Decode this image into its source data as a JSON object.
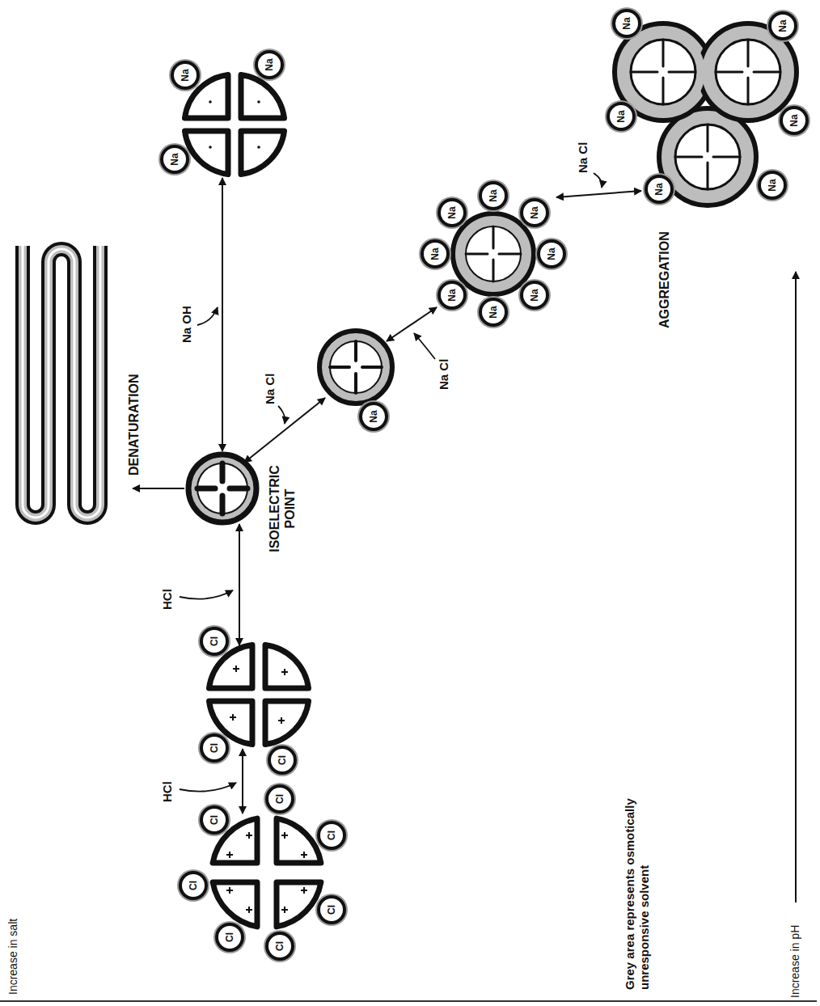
{
  "diagram": {
    "nodes": [
      {
        "text": [
          "Cl"
        ]
      },
      {
        "text": [
          "Cl"
        ]
      },
      {
        "text": [
          "Cl"
        ]
      },
      {
        "text": [
          "Cl"
        ]
      },
      {
        "text": [
          "Cl"
        ]
      },
      {
        "text": [
          "Cl"
        ]
      },
      {
        "text": [
          "Cl"
        ]
      },
      {
        "text": [
          "Cl"
        ]
      },
      {
        "text": [
          "Cl"
        ]
      },
      {
        "text": [
          "Cl"
        ]
      },
      {
        "text": [
          "Na"
        ]
      },
      {
        "text": [
          "Na"
        ]
      },
      {
        "text": [
          "Na"
        ]
      },
      {
        "text": [
          "Na"
        ]
      },
      {
        "text": [
          "Na"
        ]
      },
      {
        "text": [
          "Na"
        ]
      },
      {
        "text": [
          "Na"
        ]
      },
      {
        "text": [
          "Na"
        ]
      },
      {
        "text": [
          "Na"
        ]
      },
      {
        "text": [
          "Na"
        ]
      },
      {
        "text": [
          "Na"
        ]
      },
      {
        "text": [
          "Na"
        ]
      },
      {
        "text": [
          "Na"
        ]
      },
      {
        "text": [
          "Na"
        ]
      },
      {
        "text": [
          "Na"
        ]
      },
      {
        "text": [
          "Na"
        ]
      },
      {
        "text": [
          "Na"
        ]
      },
      {
        "text": [
          "Na"
        ]
      }
    ],
    "labels": [
      "Increase in salt",
      "DENATURATION",
      "HCl",
      "HCl",
      "Na OH",
      "ISOELECTRIC POINT",
      "Na Cl",
      "Na Cl",
      "Na Cl",
      "AGGREGATION",
      "Grey area represents osmotically unresponsive solvent",
      "Increase in pH"
    ]
  }
}
